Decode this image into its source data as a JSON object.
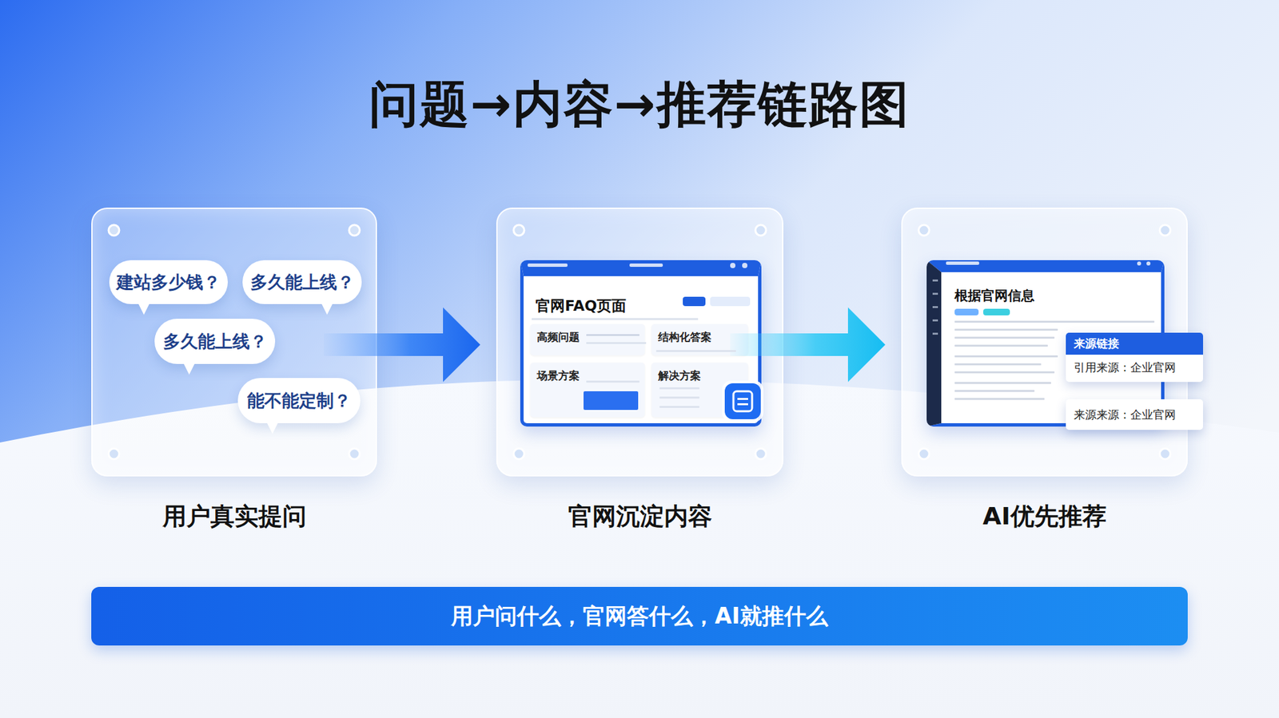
{
  "diagram": {
    "title": "问题→内容→推荐链路图",
    "nodes": [
      {
        "text": [
          "用户真实提问"
        ]
      },
      {
        "text": [
          "建站多少钱？"
        ],
        "in": 0
      },
      {
        "text": [
          "多久能上线？"
        ],
        "in": 0
      },
      {
        "text": [
          "多久能上线？"
        ],
        "in": 0
      },
      {
        "text": [
          "能不能定制？"
        ],
        "in": 0
      },
      {
        "text": [
          "官网沉淀内容"
        ]
      },
      {
        "text": [
          "官网FAQ页面"
        ],
        "in": 5
      },
      {
        "text": [
          "高频问题"
        ],
        "in": 6
      },
      {
        "text": [
          "结构化答案"
        ],
        "in": 6
      },
      {
        "text": [
          "场景方案"
        ],
        "in": 6
      },
      {
        "text": [
          "解决方案"
        ],
        "in": 6
      },
      {
        "text": [
          "AI优先推荐"
        ]
      },
      {
        "text": [
          "根据官网信息"
        ],
        "in": 11
      },
      {
        "text": [
          "来源链接",
          "引用来源：企业官网"
        ],
        "in": 11
      },
      {
        "text": [
          "来源来源：企业官网"
        ],
        "in": 11
      },
      {
        "text": [
          "用户问什么，官网答什么，AI就推什么"
        ]
      }
    ],
    "edges": [
      {
        "from": 0,
        "to": 5,
        "arrow": "to"
      },
      {
        "from": 5,
        "to": 11,
        "arrow": "to"
      }
    ]
  }
}
